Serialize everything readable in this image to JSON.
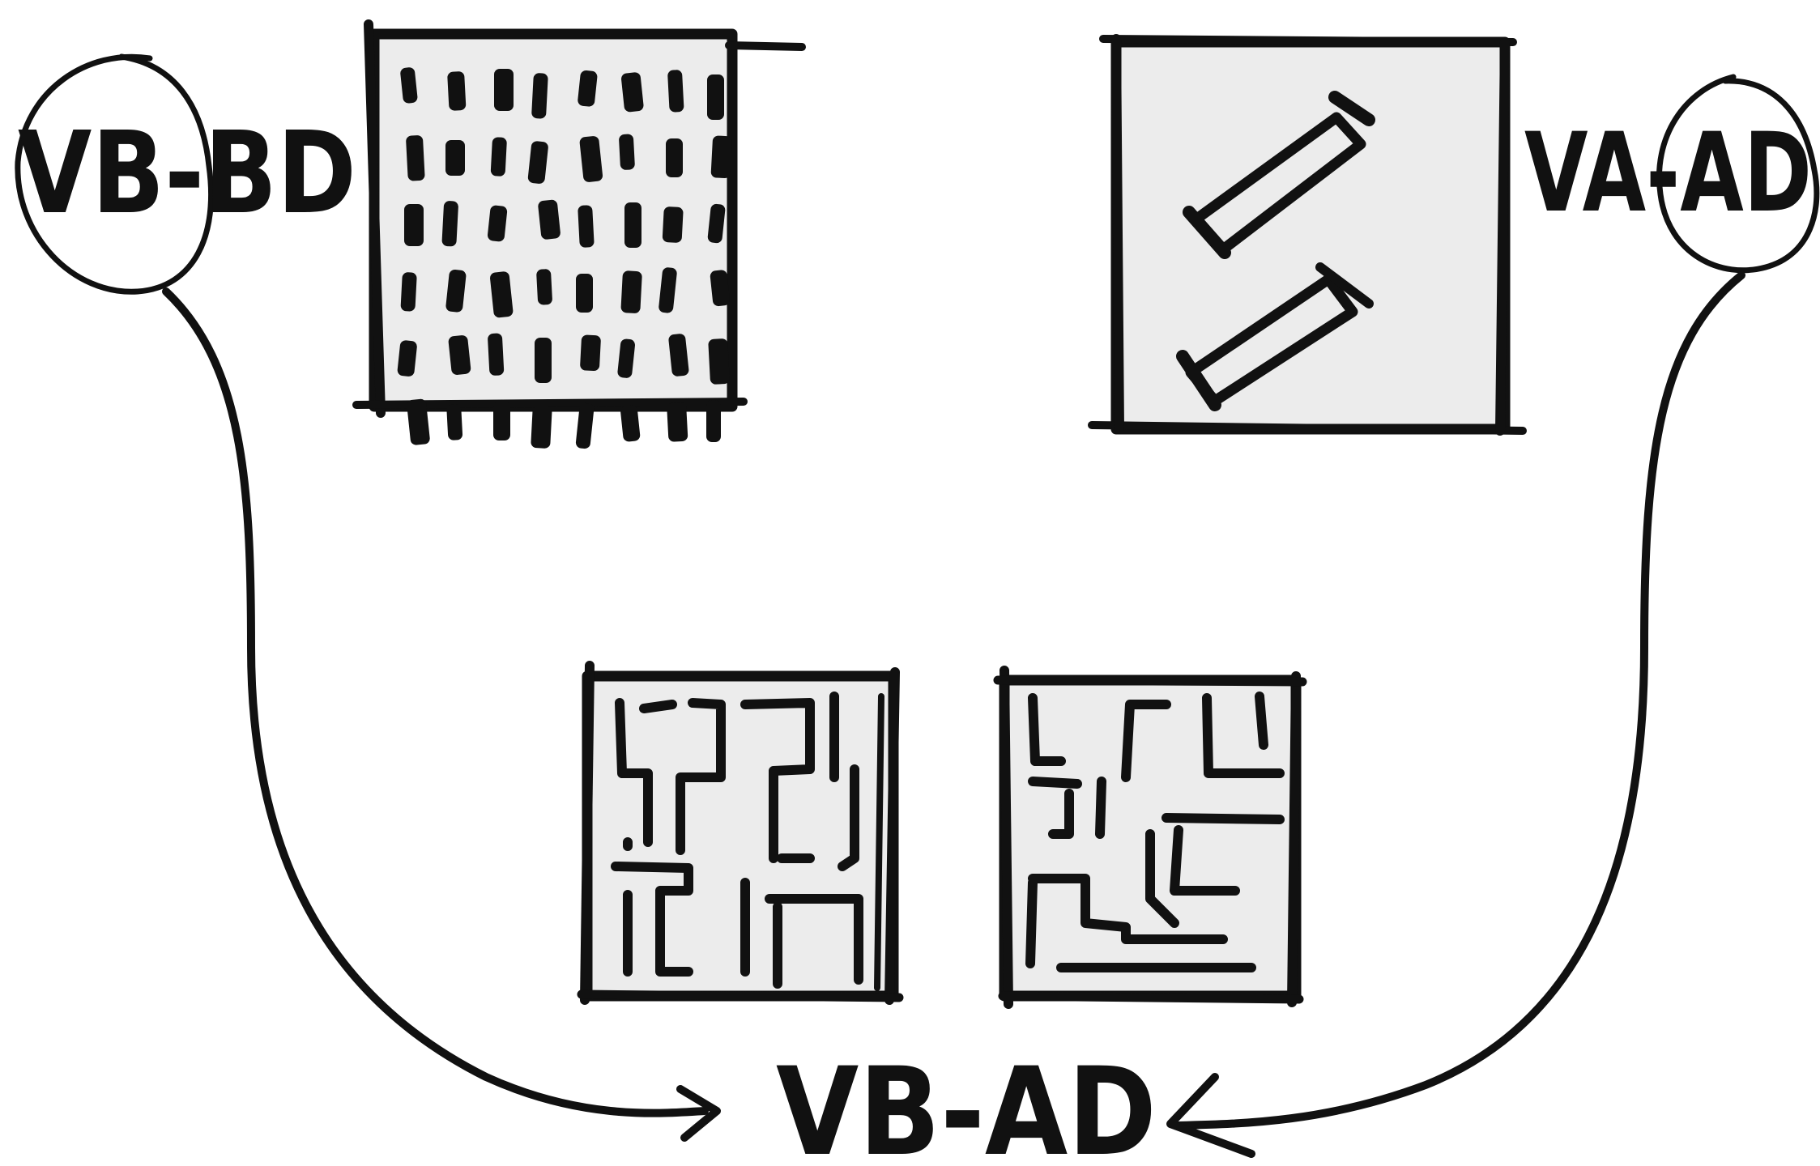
{
  "labels": {
    "top_left": "VB-BD",
    "top_right": "VA-AD",
    "bottom": "VB-AD"
  },
  "colors": {
    "ink": "#111111",
    "panel_fill": "#ececec",
    "background": "#ffffff"
  }
}
